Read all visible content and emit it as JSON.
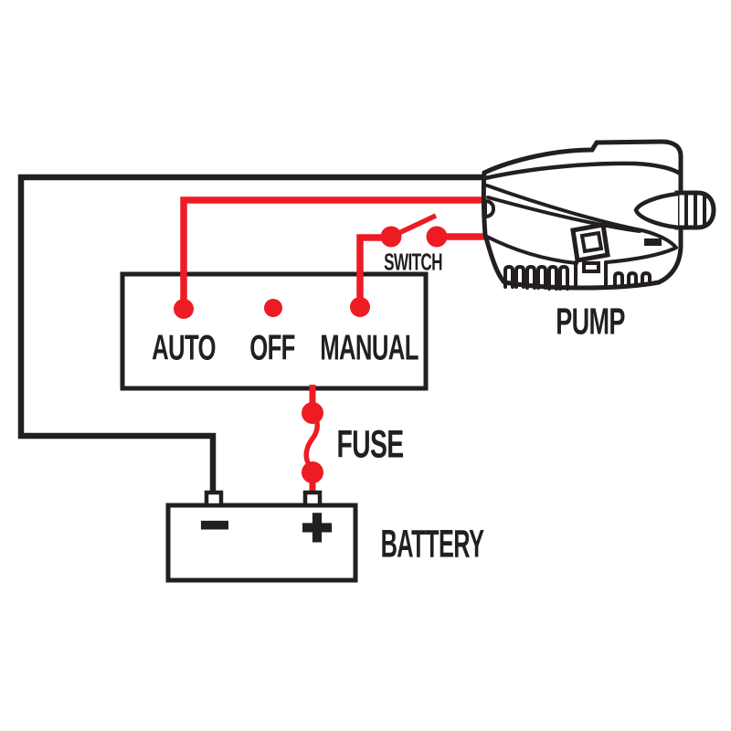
{
  "panel": {
    "auto_label": "AUTO",
    "off_label": "OFF",
    "manual_label": "MANUAL"
  },
  "switch": {
    "label": "SWITCH"
  },
  "fuse": {
    "label": "FUSE"
  },
  "battery": {
    "label": "BATTERY",
    "negative_symbol": "−",
    "positive_symbol": "+"
  },
  "pump": {
    "label": "PUMP"
  },
  "colors": {
    "hot_wire_red": "#ED1C24",
    "line_black": "#231F20",
    "background": "#FFFFFF"
  }
}
